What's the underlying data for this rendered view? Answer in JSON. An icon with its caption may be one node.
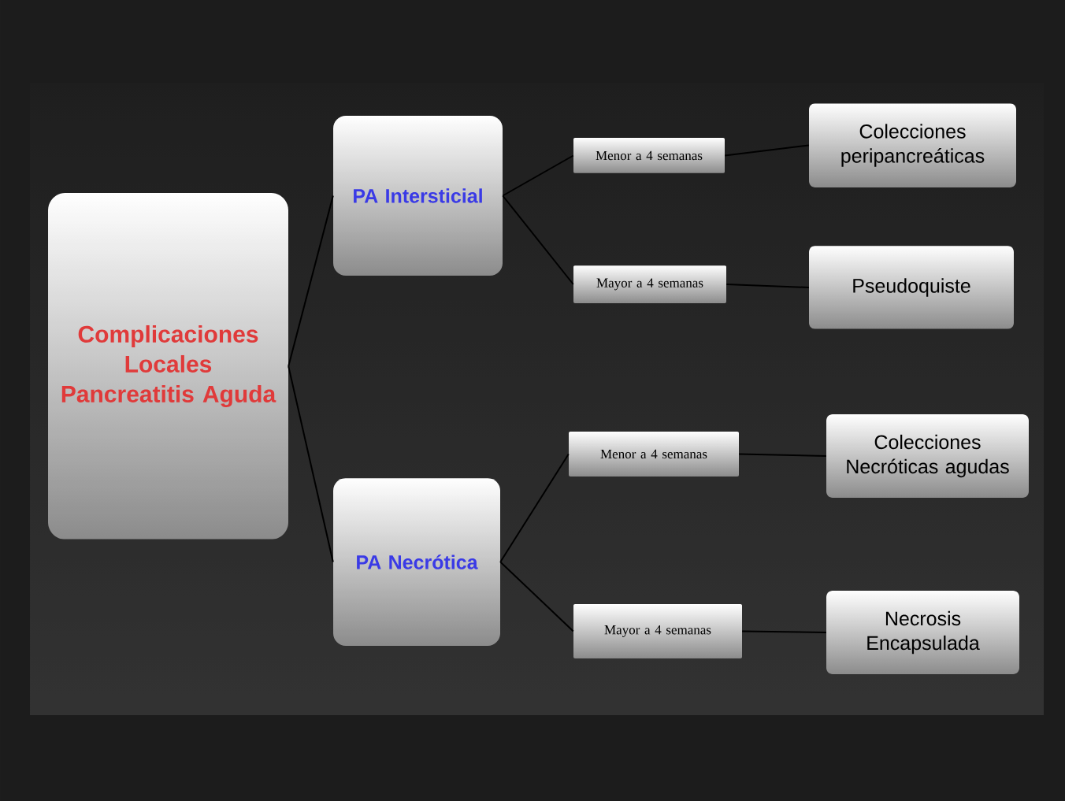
{
  "diagram": {
    "nodes": [
      {
        "text": [
          "Complicaciones Locales Pancreatitis Aguda"
        ]
      },
      {
        "text": [
          "PA Intersticial"
        ]
      },
      {
        "text": [
          "PA Necrótica"
        ]
      },
      {
        "text": [
          "Menor a 4 semanas"
        ]
      },
      {
        "text": [
          "Mayor a 4 semanas"
        ]
      },
      {
        "text": [
          "Colecciones peripancreáticas"
        ]
      },
      {
        "text": [
          "Pseudoquiste"
        ]
      },
      {
        "text": [
          "Menor a 4 semanas"
        ]
      },
      {
        "text": [
          "Mayor a 4 semanas"
        ]
      },
      {
        "text": [
          "Colecciones Necróticas agudas"
        ]
      },
      {
        "text": [
          "Necrosis Encapsulada"
        ]
      }
    ],
    "edges": [
      {
        "from": 0,
        "to": 1,
        "arrow": "none"
      },
      {
        "from": 0,
        "to": 2,
        "arrow": "none"
      },
      {
        "from": 1,
        "to": 3,
        "arrow": "none"
      },
      {
        "from": 1,
        "to": 4,
        "arrow": "none"
      },
      {
        "from": 3,
        "to": 5,
        "arrow": "none"
      },
      {
        "from": 4,
        "to": 6,
        "arrow": "none"
      },
      {
        "from": 2,
        "to": 7,
        "arrow": "none"
      },
      {
        "from": 2,
        "to": 8,
        "arrow": "none"
      },
      {
        "from": 7,
        "to": 9,
        "arrow": "none"
      },
      {
        "from": 8,
        "to": 10,
        "arrow": "none"
      }
    ]
  }
}
